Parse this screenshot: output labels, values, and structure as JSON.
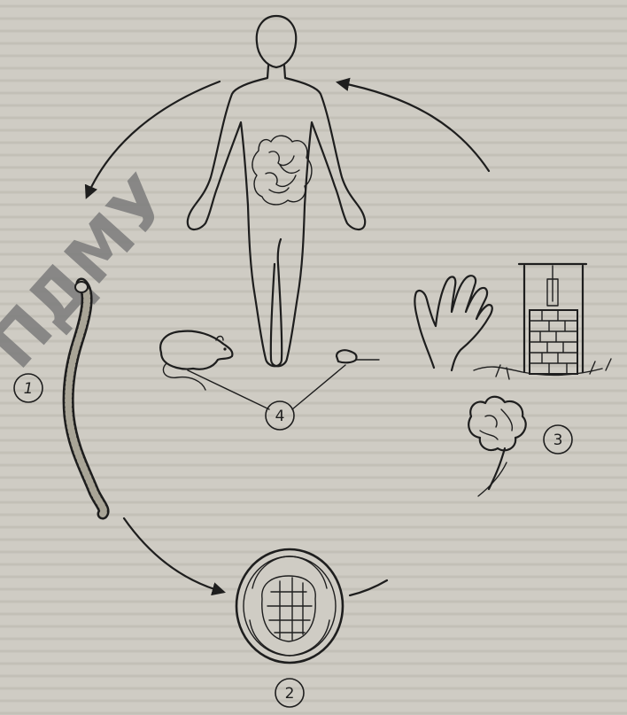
{
  "watermark": "ПДМУ",
  "labels": {
    "stage1": "1",
    "stage2": "2",
    "stage3": "3",
    "stage4": "4"
  }
}
